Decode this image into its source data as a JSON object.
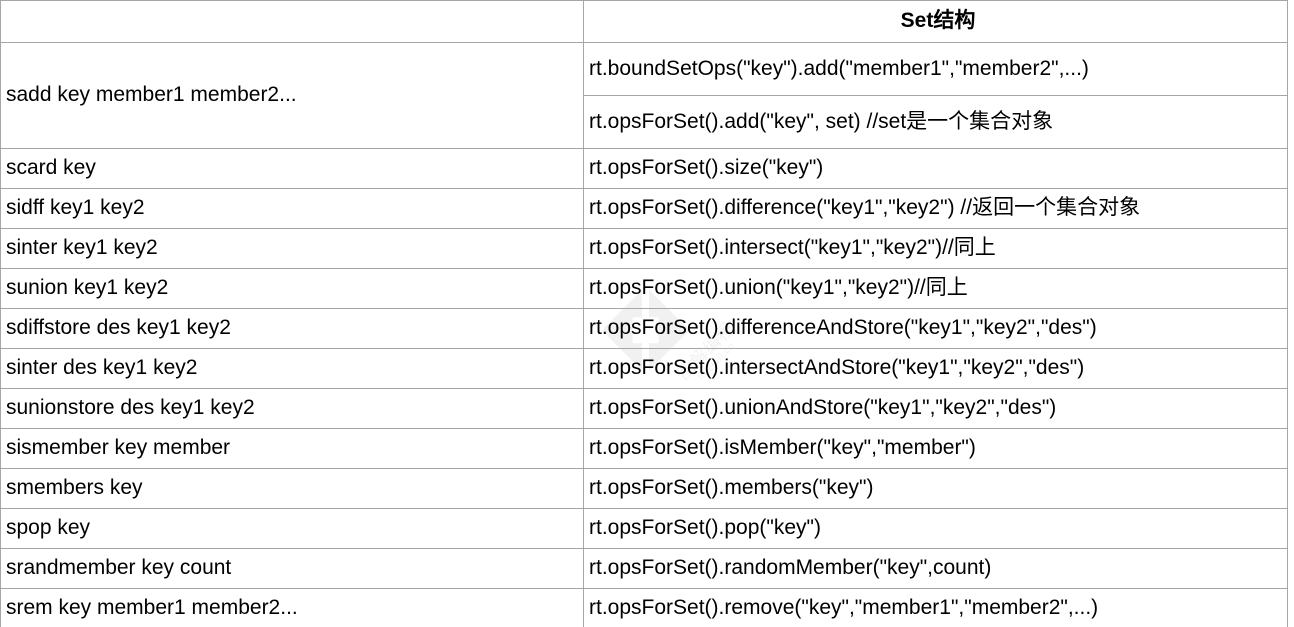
{
  "document": {
    "title": "Set结构",
    "columns": {
      "command": "",
      "api": ""
    },
    "border_color": "#a6a6a6",
    "text_color": "#000000",
    "background_color": "#ffffff"
  },
  "watermark": {
    "text": "图解编程",
    "sub": "tu.zjurl.cn"
  },
  "rows": [
    {
      "command": "sadd key member1 member2...",
      "api_lines": [
        "rt.boundSetOps(\"key\").add(\"member1\",\"member2\",...)",
        "rt.opsForSet().add(\"key\", set) //set是一个集合对象"
      ]
    },
    {
      "command": "scard key",
      "api_lines": [
        "rt.opsForSet().size(\"key\")"
      ]
    },
    {
      "command": "sidff key1 key2",
      "api_lines": [
        "rt.opsForSet().difference(\"key1\",\"key2\") //返回一个集合对象"
      ]
    },
    {
      "command": "sinter key1 key2",
      "api_lines": [
        "rt.opsForSet().intersect(\"key1\",\"key2\")//同上"
      ]
    },
    {
      "command": "sunion key1 key2",
      "api_lines": [
        "rt.opsForSet().union(\"key1\",\"key2\")//同上"
      ]
    },
    {
      "command": "sdiffstore des key1 key2",
      "api_lines": [
        "rt.opsForSet().differenceAndStore(\"key1\",\"key2\",\"des\")"
      ]
    },
    {
      "command": "sinter des key1 key2",
      "api_lines": [
        "rt.opsForSet().intersectAndStore(\"key1\",\"key2\",\"des\")"
      ]
    },
    {
      "command": "sunionstore des key1 key2",
      "api_lines": [
        "rt.opsForSet().unionAndStore(\"key1\",\"key2\",\"des\")"
      ]
    },
    {
      "command": "sismember key member",
      "api_lines": [
        "rt.opsForSet().isMember(\"key\",\"member\")"
      ]
    },
    {
      "command": "smembers key",
      "api_lines": [
        "rt.opsForSet().members(\"key\")"
      ]
    },
    {
      "command": "spop key",
      "api_lines": [
        "rt.opsForSet().pop(\"key\")"
      ]
    },
    {
      "command": "srandmember key count",
      "api_lines": [
        "rt.opsForSet().randomMember(\"key\",count)"
      ]
    },
    {
      "command": "srem key member1 member2...",
      "api_lines": [
        "rt.opsForSet().remove(\"key\",\"member1\",\"member2\",...)"
      ]
    }
  ]
}
